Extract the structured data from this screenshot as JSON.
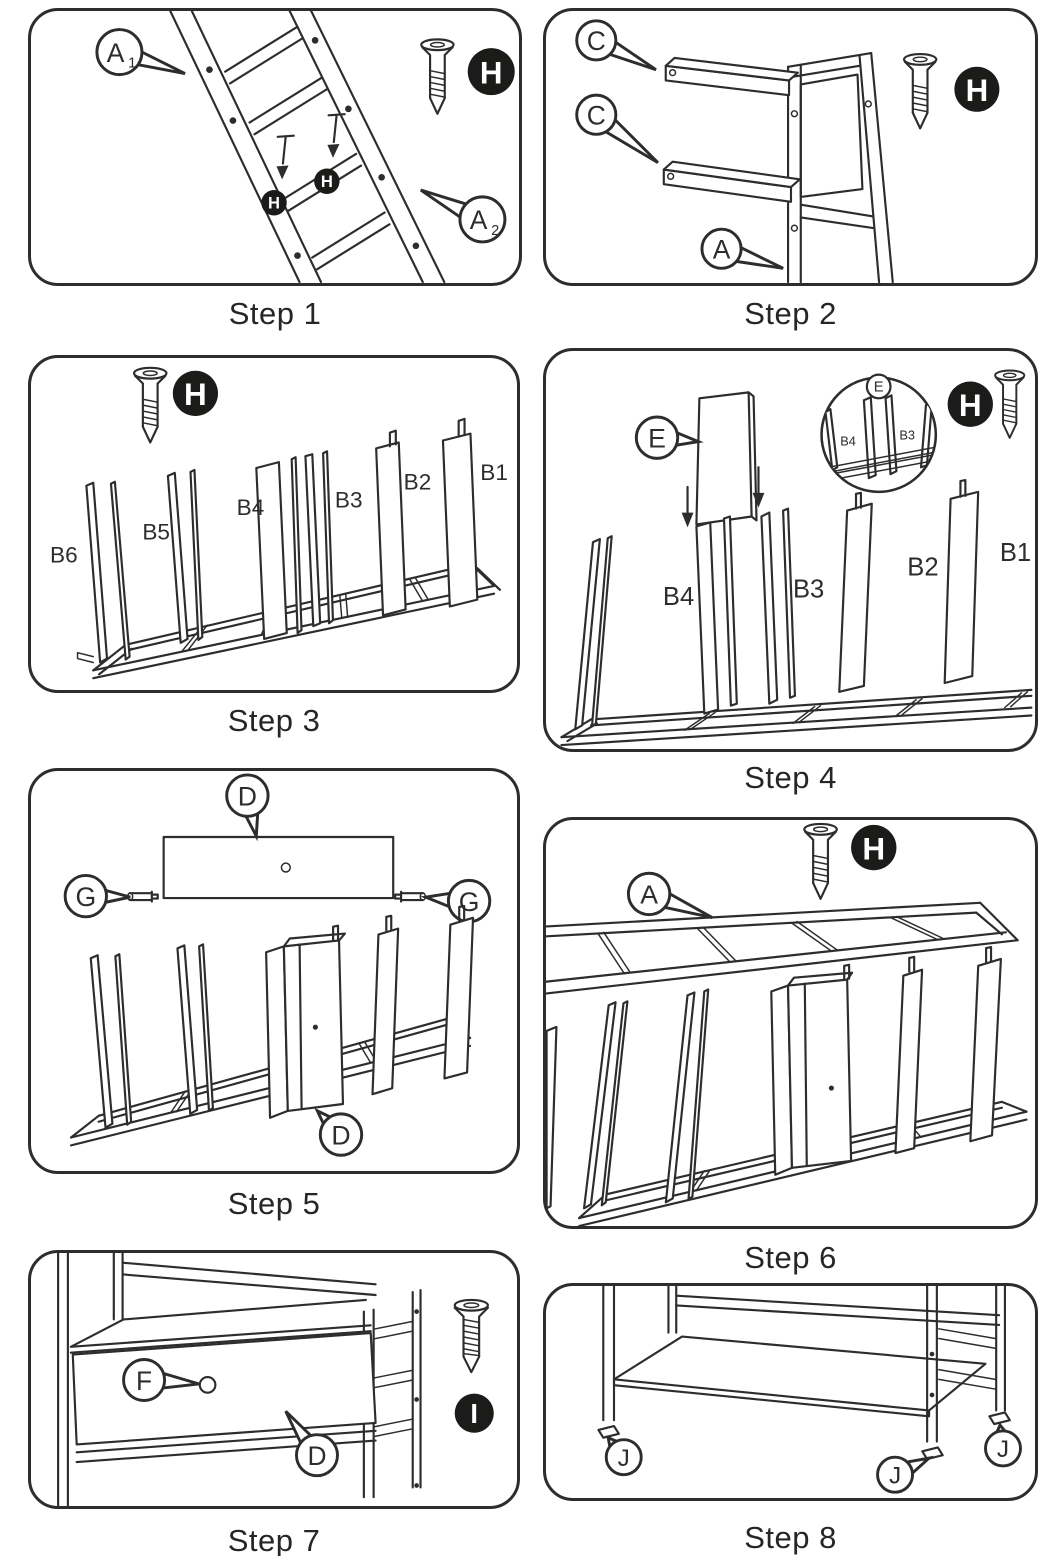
{
  "document": {
    "kind": "furniture-assembly-instructions",
    "page_background": "#ffffff"
  },
  "ink": {
    "line_color": "#2d2d2d",
    "badge_background": "#1b1b19",
    "badge_text_color": "#ffffff"
  },
  "icons": [
    "screw-icon",
    "callout-bubble",
    "arrow-down-icon",
    "dowel-pin-icon",
    "foot-pad-icon"
  ],
  "steps": [
    {
      "label": "Step 1",
      "a1_letter": "A",
      "a1_sub": "1",
      "a2_letter": "A",
      "a2_sub": "2",
      "hw_badge": "H",
      "screw_tag_1": "H",
      "screw_tag_2": "H"
    },
    {
      "label": "Step 2",
      "c1": "C",
      "c2": "C",
      "a": "A",
      "hw_badge": "H"
    },
    {
      "label": "Step 3",
      "b6": "B6",
      "b5": "B5",
      "b4": "B4",
      "b3": "B3",
      "b2": "B2",
      "b1": "B1",
      "hw_badge": "H"
    },
    {
      "label": "Step 4",
      "e": "E",
      "b4": "B4",
      "b3": "B3",
      "b2": "B2",
      "b1": "B1",
      "hw_badge": "H",
      "inset_e": "E",
      "inset_b4": "B4",
      "inset_b3": "B3"
    },
    {
      "label": "Step 5",
      "d_top": "D",
      "g_left": "G",
      "g_right": "G",
      "d_bottom": "D"
    },
    {
      "label": "Step 6",
      "a": "A",
      "hw_badge": "H"
    },
    {
      "label": "Step 7",
      "f": "F",
      "d": "D",
      "hw_badge": "I"
    },
    {
      "label": "Step 8",
      "j1": "J",
      "j2": "J",
      "j3": "J"
    }
  ]
}
